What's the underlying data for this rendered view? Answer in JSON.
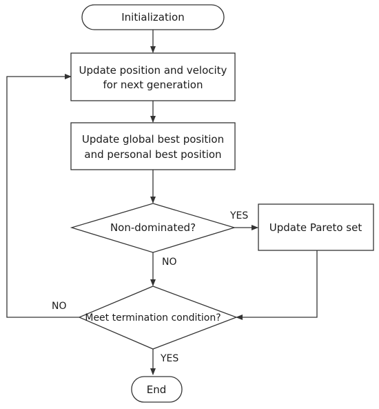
{
  "nodes": {
    "initialization": "Initialization",
    "update_position": [
      "Update position and velocity",
      "for next generation"
    ],
    "update_best": [
      "Update global best position",
      "and personal best position"
    ],
    "non_dominated": "Non-dominated?",
    "update_pareto": "Update Pareto  set",
    "termination": "Meet termination condition?",
    "end": "End"
  },
  "edge_labels": {
    "non_dominated_yes": "YES",
    "non_dominated_no": "NO",
    "termination_no": "NO",
    "termination_yes": "YES"
  }
}
